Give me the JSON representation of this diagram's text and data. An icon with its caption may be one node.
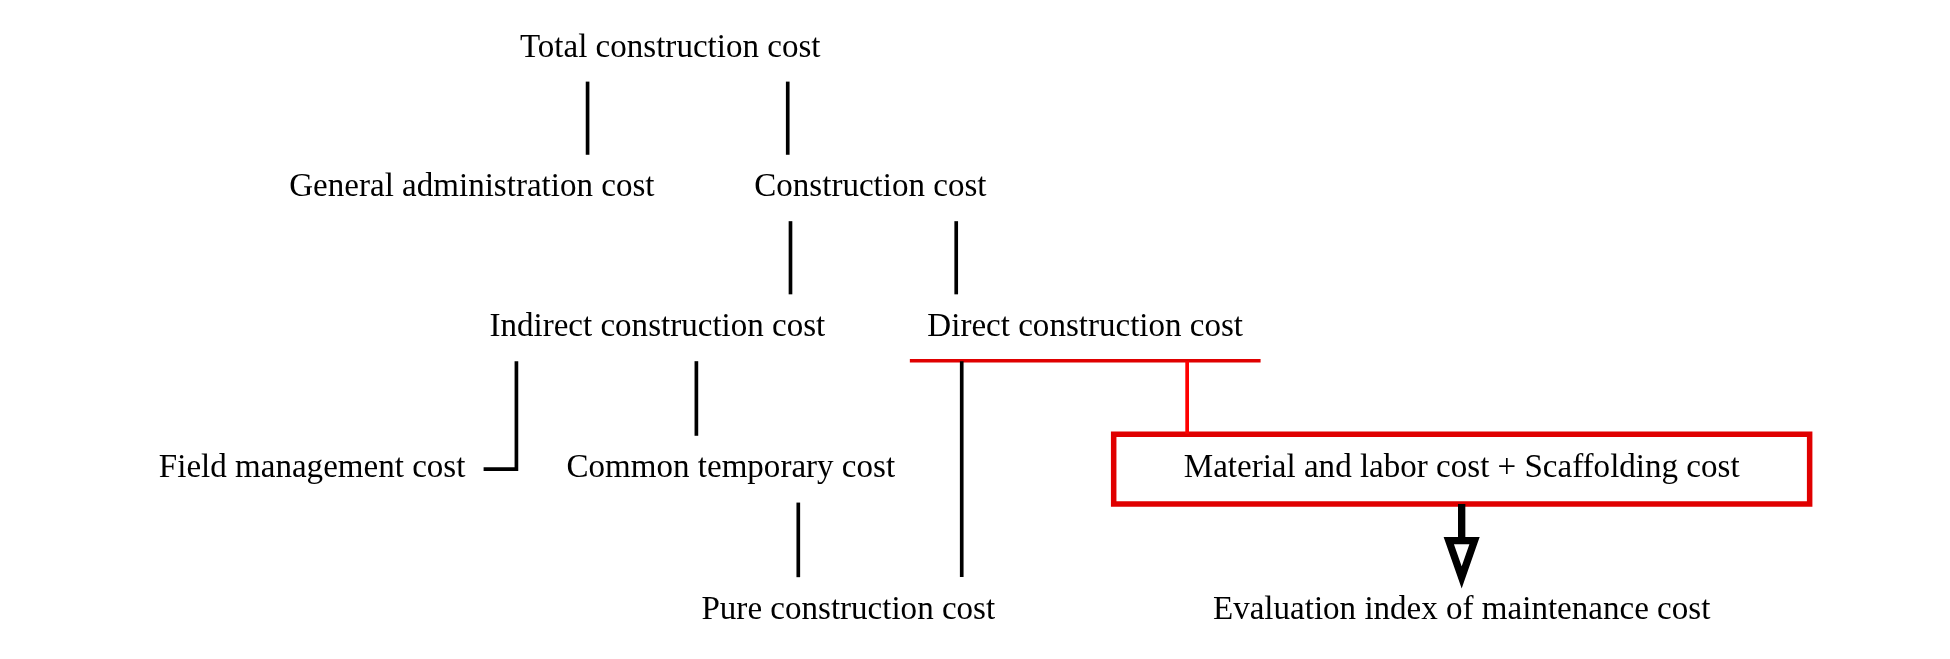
{
  "diagram": {
    "nodes": [
      {
        "text": [
          "Total construction cost"
        ]
      },
      {
        "text": [
          "General administration cost"
        ]
      },
      {
        "text": [
          "Construction cost"
        ]
      },
      {
        "text": [
          "Indirect construction cost"
        ]
      },
      {
        "text": [
          "Direct construction cost"
        ]
      },
      {
        "text": [
          "Field management cost"
        ]
      },
      {
        "text": [
          "Common temporary cost"
        ]
      },
      {
        "text": [
          "Material and labor cost + Scaffolding cost"
        ]
      },
      {
        "text": [
          "Pure construction cost"
        ]
      },
      {
        "text": [
          "Evaluation index of maintenance cost"
        ]
      }
    ],
    "edges": [
      {
        "from": 0,
        "to": 1,
        "arrow": "none"
      },
      {
        "from": 0,
        "to": 2,
        "arrow": "none"
      },
      {
        "from": 2,
        "to": 3,
        "arrow": "none"
      },
      {
        "from": 2,
        "to": 4,
        "arrow": "none"
      },
      {
        "from": 3,
        "to": 5,
        "arrow": "none"
      },
      {
        "from": 3,
        "to": 6,
        "arrow": "none"
      },
      {
        "from": 6,
        "to": 8,
        "arrow": "none"
      },
      {
        "from": 4,
        "to": 8,
        "arrow": "none"
      },
      {
        "from": 4,
        "to": 7,
        "arrow": "none",
        "color": "#ff0000"
      },
      {
        "from": 7,
        "to": 9,
        "arrow": "to",
        "style": "thick"
      }
    ]
  }
}
